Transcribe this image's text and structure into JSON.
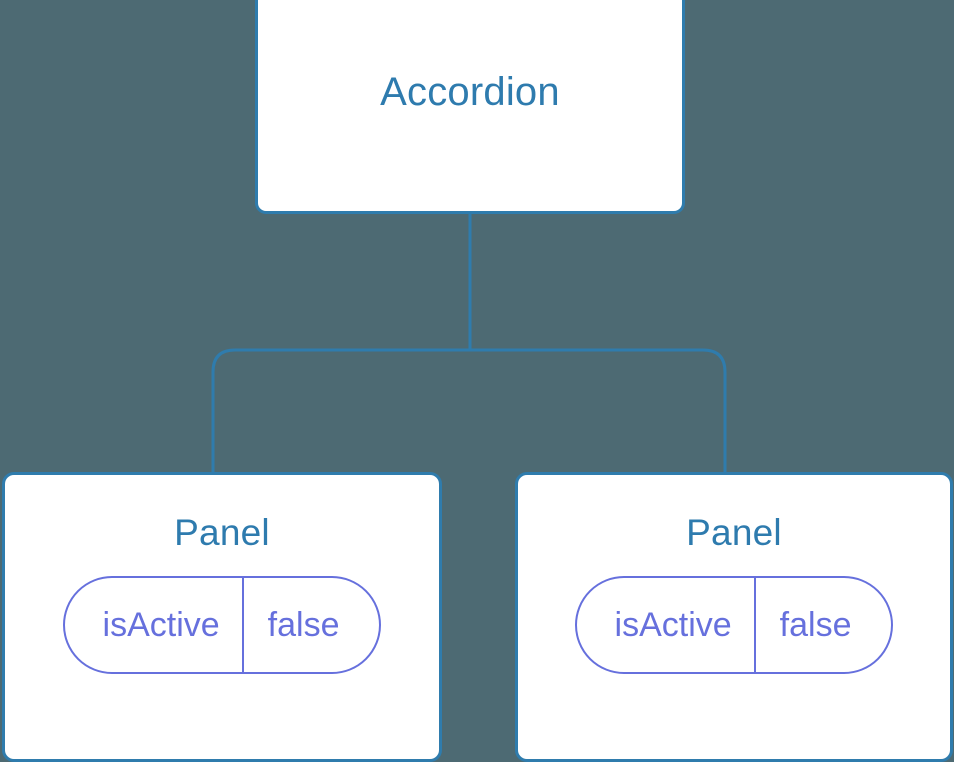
{
  "diagram": {
    "type": "component-tree",
    "background_color": "#4d6a73",
    "node_fill_color": "#ffffff",
    "node_border_color": "#2f7cad",
    "title_color": "#2e7bae",
    "badge_color": "#6670dd",
    "connector_color": "#2f7cad"
  },
  "root": {
    "title": "Accordion"
  },
  "children": [
    {
      "title": "Panel",
      "state": {
        "key": "isActive",
        "value": "false"
      }
    },
    {
      "title": "Panel",
      "state": {
        "key": "isActive",
        "value": "false"
      }
    }
  ]
}
